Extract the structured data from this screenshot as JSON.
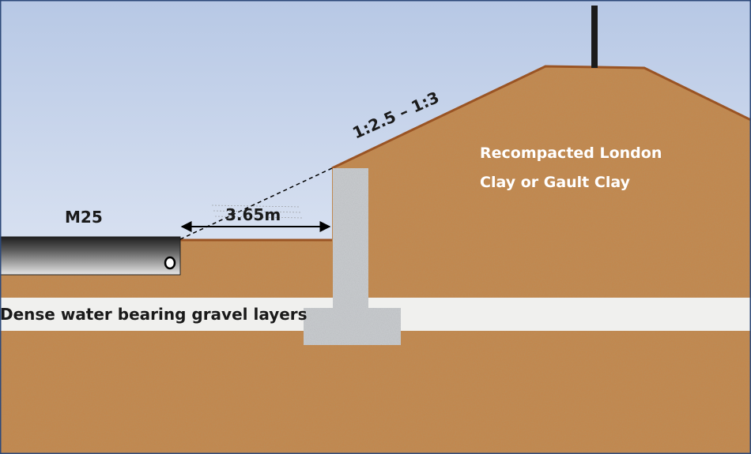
{
  "road_label": "M25",
  "distance_label": "3.65m",
  "slope_label": "1:2.5 – 1:3",
  "fill_label": {
    "line1": "Recompacted London",
    "line2": "Clay or Gault Clay"
  },
  "gravel_label": "Dense water bearing gravel layers",
  "colors": {
    "sky_top": "#b9cae6",
    "sky_bottom": "#f2f5fb",
    "soil": "#c1884f",
    "soil_edge": "#9a5424",
    "gravel_band": "#f0f0ee",
    "concrete": "#c6c9cc",
    "road_dark": "#2b2b2b",
    "road_light": "#d9d9d9",
    "frame": "#2e4a7a"
  }
}
